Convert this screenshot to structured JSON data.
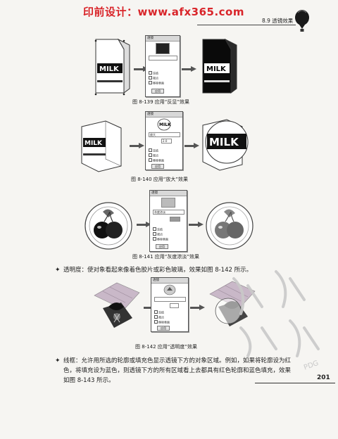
{
  "header": {
    "watermark": "印前设计：www.afx365.com",
    "section": "8.9  透镜效果"
  },
  "figures": [
    {
      "caption": "图 8-139   应用“反显”效果",
      "object_text": "MILK"
    },
    {
      "caption": "图 8-140   应用“放大”效果",
      "object_text": "MILK",
      "dialog_mode": "放大",
      "dialog_value": "2.0"
    },
    {
      "caption": "图 8-141   应用“灰度浓淡”效果",
      "dialog_mode": "灰度浓淡"
    },
    {
      "caption": "图 8-142   应用“透明度”效果"
    }
  ],
  "dialog": {
    "title": "透镜",
    "checks": [
      "冻结",
      "视点",
      "移除表面"
    ],
    "apply": "应用"
  },
  "body": {
    "transparency": "透明度：使对象看起来像着色胶片或彩色玻璃，效果如图 8-142 所示。",
    "wireframe": "线框：允许用所选的轮廓或填充色显示透镜下方的对象区域。例如，如果将轮廓设为红色，将填充设为蓝色，则透镜下方的所有区域看上去都具有红色轮廓和蓝色填充，效果如图 8-143 所示。"
  },
  "footer": {
    "page_number": "201",
    "stamp": "PDG"
  },
  "colors": {
    "watermark": "#d9252a",
    "text": "#222222",
    "background": "#f6f5f2"
  }
}
